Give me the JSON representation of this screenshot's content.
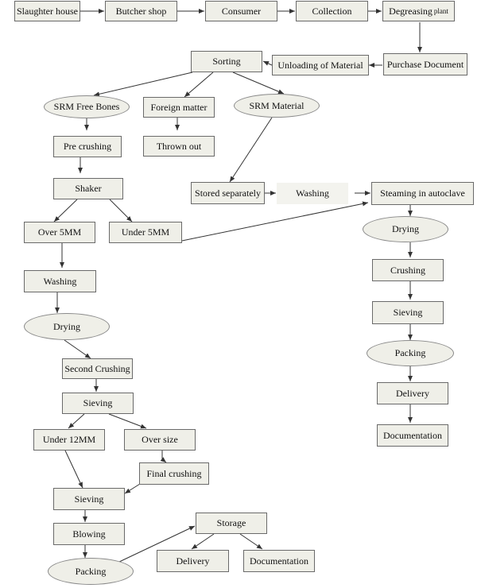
{
  "colors": {
    "node_fill": "#efefe8",
    "node_border": "#6a6a6a",
    "edge": "#333333"
  },
  "nodes": {
    "slaughter_house": "Slaughter house",
    "butcher_shop": "Butcher shop",
    "consumer": "Consumer",
    "collection": "Collection",
    "degreasing": "Degreasing",
    "degreasing_suffix": "plant",
    "purchase_document": "Purchase Document",
    "unloading": "Unloading of Material",
    "sorting": "Sorting",
    "srm_free_bones": "SRM Free Bones",
    "foreign_matter": "Foreign matter",
    "thrown_out": "Thrown out",
    "srm_material": "SRM Material",
    "pre_crushing": "Pre crushing",
    "shaker": "Shaker",
    "over_5mm": "Over 5MM",
    "under_5mm": "Under 5MM",
    "washing_left": "Washing",
    "drying_left": "Drying",
    "second_crushing": "Second Crushing",
    "sieving_1": "Sieving",
    "under_12mm": "Under 12MM",
    "over_size": "Over size",
    "final_crushing": "Final crushing",
    "sieving_2": "Sieving",
    "blowing": "Blowing",
    "packing_left": "Packing",
    "storage": "Storage",
    "delivery_left": "Delivery",
    "documentation_left": "Documentation",
    "stored_separately": "Stored separately",
    "washing_mid": "Washing",
    "steaming": "Steaming in autoclave",
    "drying_right": "Drying",
    "crushing_right": "Crushing",
    "sieving_right": "Sieving",
    "packing_right": "Packing",
    "delivery_right": "Delivery",
    "documentation_right": "Documentation"
  }
}
